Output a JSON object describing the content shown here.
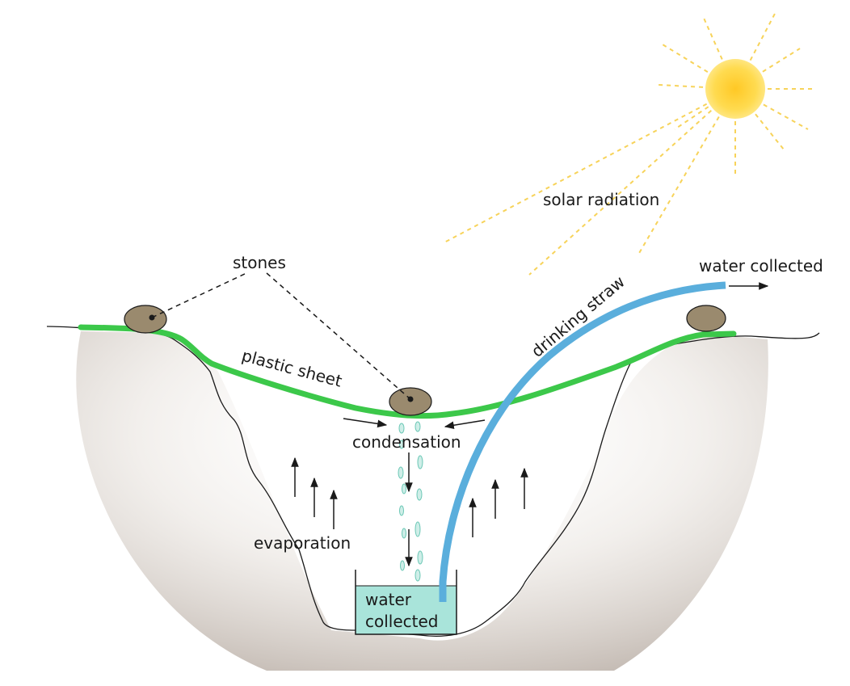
{
  "labels": {
    "solar_radiation": "solar radiation",
    "stones": "stones",
    "plastic_sheet": "plastic sheet",
    "condensation": "condensation",
    "evaporation": "evaporation",
    "drinking_straw": "drinking straw",
    "water_collected_outlet": "water collected",
    "water_collected_container_line1": "water",
    "water_collected_container_line2": "collected"
  },
  "colors": {
    "sheet": "#3cc84a",
    "straw": "#5aaedc",
    "water": "#a9e4da",
    "stone": "#9a8a6e",
    "sun_core": "#ffd42a",
    "sun_ray": "#f7d35a",
    "ground_shadow": "#cfc7c0",
    "line": "#1a1a1a"
  },
  "icons": {
    "sun": "sun-icon",
    "stone": "stone-icon",
    "arrow": "arrow-icon",
    "droplet": "droplet-icon"
  }
}
